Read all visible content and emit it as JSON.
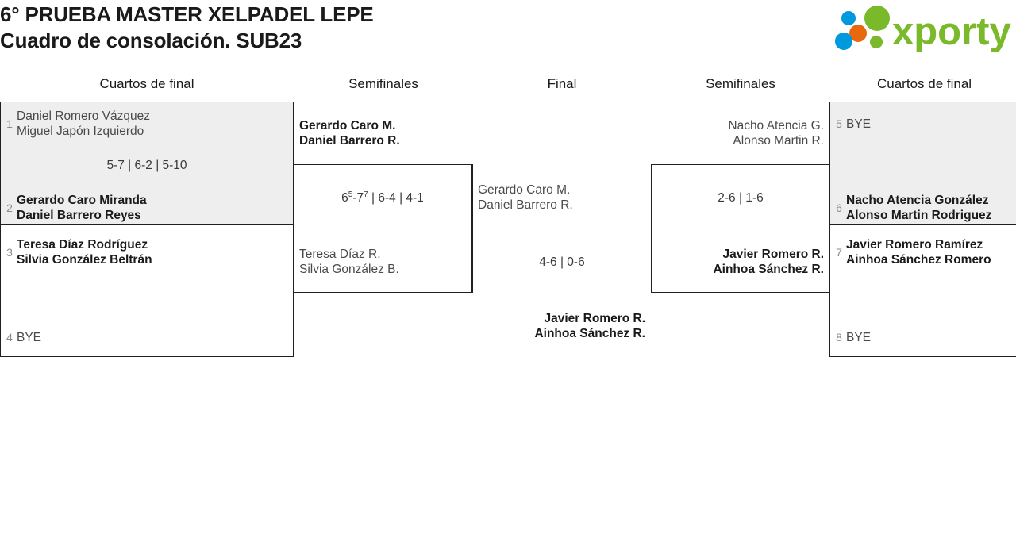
{
  "header": {
    "title_line1": "6° PRUEBA MASTER XELPADEL LEPE",
    "title_line2": "Cuadro de consolación. SUB23",
    "logo_text": "xporty",
    "logo_colors": {
      "green": "#7ab929",
      "blue": "#0099dd",
      "orange": "#e8680f"
    }
  },
  "rounds": [
    {
      "label": "Cuartos de final",
      "side": "left"
    },
    {
      "label": "Semifinales",
      "side": "left"
    },
    {
      "label": "Final",
      "side": "center"
    },
    {
      "label": "Semifinales",
      "side": "right"
    },
    {
      "label": "Cuartos de final",
      "side": "right"
    }
  ],
  "bracket": {
    "qf_left": [
      {
        "seed": "1",
        "p1": "Daniel Romero Vázquez",
        "p2": "Miguel Japón Izquierdo",
        "state": "loser"
      },
      {
        "seed": "2",
        "p1": "Gerardo Caro Miranda",
        "p2": "Daniel Barrero Reyes",
        "state": "winner"
      },
      {
        "seed": "3",
        "p1": "Teresa Díaz Rodríguez",
        "p2": "Silvia González Beltrán",
        "state": "winner"
      },
      {
        "seed": "4",
        "p1": "BYE",
        "p2": "",
        "state": "bye"
      }
    ],
    "qf_left_scores": [
      {
        "sets": "5-7 | 6-2 | 5-10"
      }
    ],
    "sf_left": [
      {
        "p1": "Gerardo Caro M.",
        "p2": "Daniel Barrero R.",
        "state": "winner"
      },
      {
        "p1": "Teresa Díaz R.",
        "p2": "Silvia González B.",
        "state": "loser"
      }
    ],
    "sf_left_score": {
      "set1_a": "6",
      "set1_a_tb": "5",
      "set1_b": "7",
      "set1_b_tb": "7",
      "rest": " | 6-4 | 4-1"
    },
    "final": {
      "left": {
        "p1": "Gerardo Caro M.",
        "p2": "Daniel Barrero R.",
        "state": "loser"
      },
      "right": {
        "p1": "Javier Romero R.",
        "p2": "Ainhoa Sánchez R.",
        "state": "winner"
      },
      "score": "4-6 | 0-6"
    },
    "sf_right": [
      {
        "p1": "Nacho Atencia G.",
        "p2": "Alonso Martin R.",
        "state": "loser"
      },
      {
        "p1": "Javier Romero R.",
        "p2": "Ainhoa Sánchez R.",
        "state": "winner"
      }
    ],
    "sf_right_score": {
      "sets": "2-6 | 1-6"
    },
    "qf_right": [
      {
        "seed": "5",
        "p1": "BYE",
        "p2": "",
        "state": "bye"
      },
      {
        "seed": "6",
        "p1": "Nacho Atencia González",
        "p2": "Alonso Martin Rodriguez",
        "state": "winner"
      },
      {
        "seed": "7",
        "p1": "Javier Romero Ramírez",
        "p2": "Ainhoa Sánchez Romero",
        "state": "winner"
      },
      {
        "seed": "8",
        "p1": "BYE",
        "p2": "",
        "state": "bye"
      }
    ]
  }
}
